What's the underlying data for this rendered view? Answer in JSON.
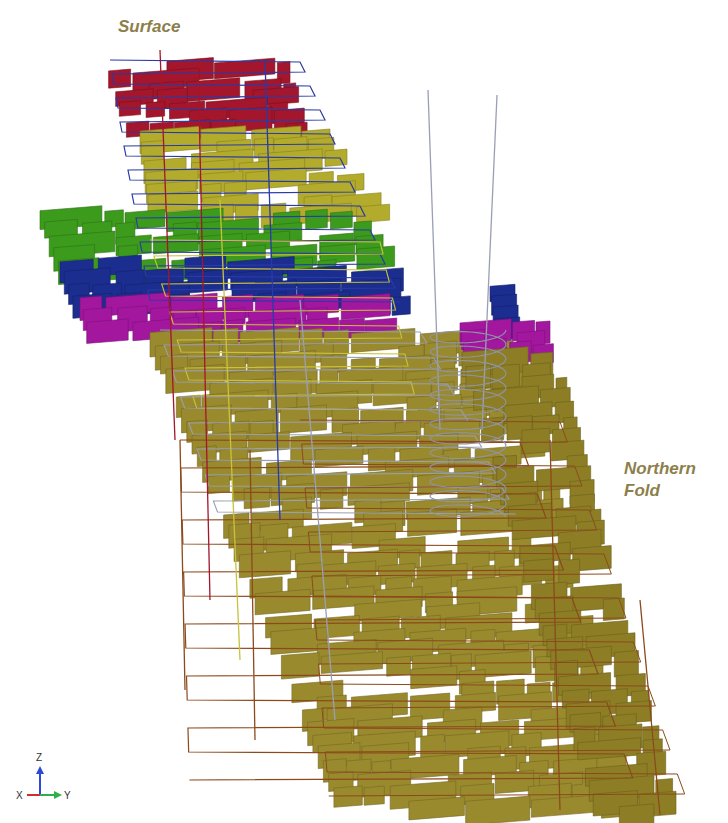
{
  "diagram": {
    "labels": [
      "Surface",
      "Northern Fold",
      "Z",
      "X",
      "Y"
    ]
  }
}
